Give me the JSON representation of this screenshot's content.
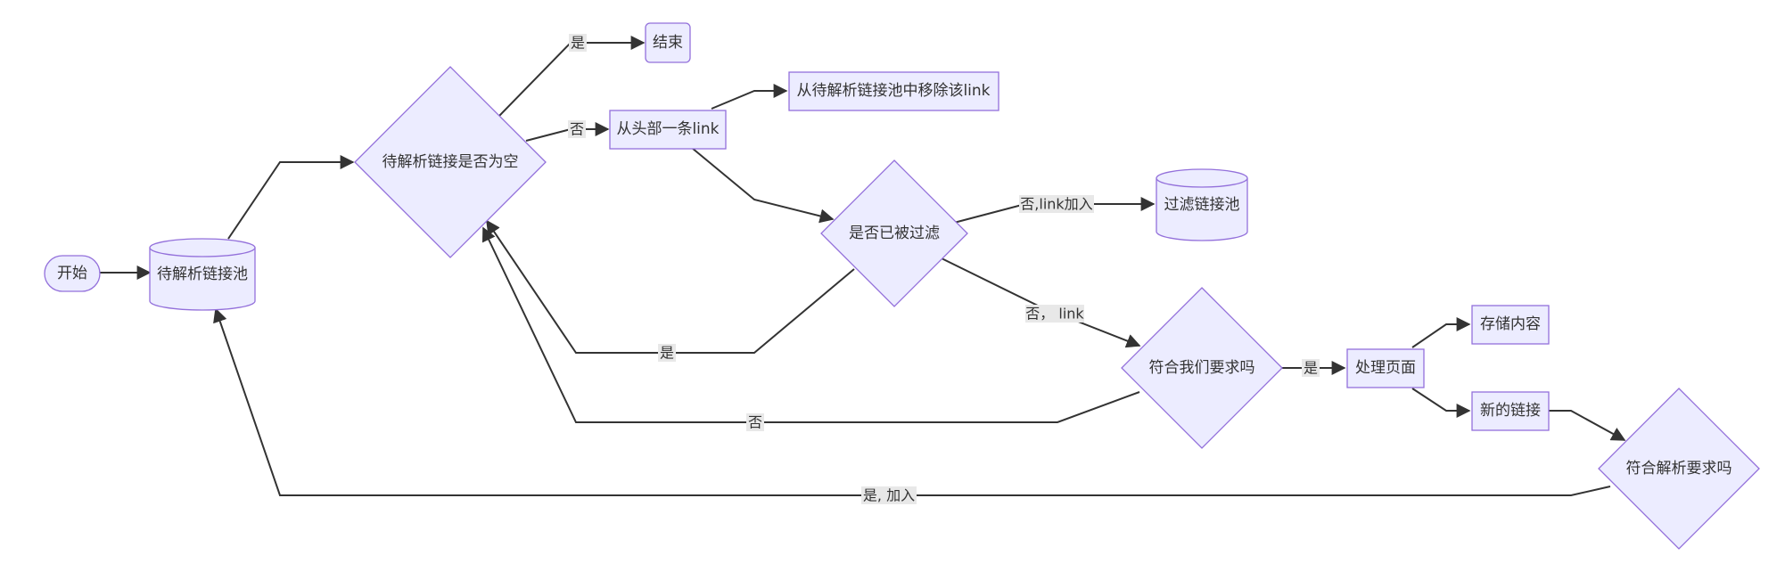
{
  "diagram": {
    "nodes": {
      "start": "开始",
      "pool": "待解析链接池",
      "is_empty": "待解析链接是否为空",
      "end": "结束",
      "take_head": "从头部一条link",
      "remove": "从待解析链接池中移除该link",
      "filtered": "是否已被过滤",
      "filter_pool": "过滤链接池",
      "meets_req": "符合我们要求吗",
      "process": "处理页面",
      "store": "存储内容",
      "new_link": "新的链接",
      "parse_req": "符合解析要求吗"
    },
    "edges": {
      "empty_yes": "是",
      "empty_no": "否",
      "filtered_no_add": "否,link加入",
      "filtered_no_link": "否， link",
      "filtered_yes": "是",
      "req_yes": "是",
      "req_no": "否",
      "parse_yes_add": "是, 加入"
    },
    "colors": {
      "node_fill": "#ECECFF",
      "node_stroke": "#9370DB",
      "edge": "#333333",
      "label_bg": "#e8e8e8",
      "text": "#333333"
    }
  }
}
